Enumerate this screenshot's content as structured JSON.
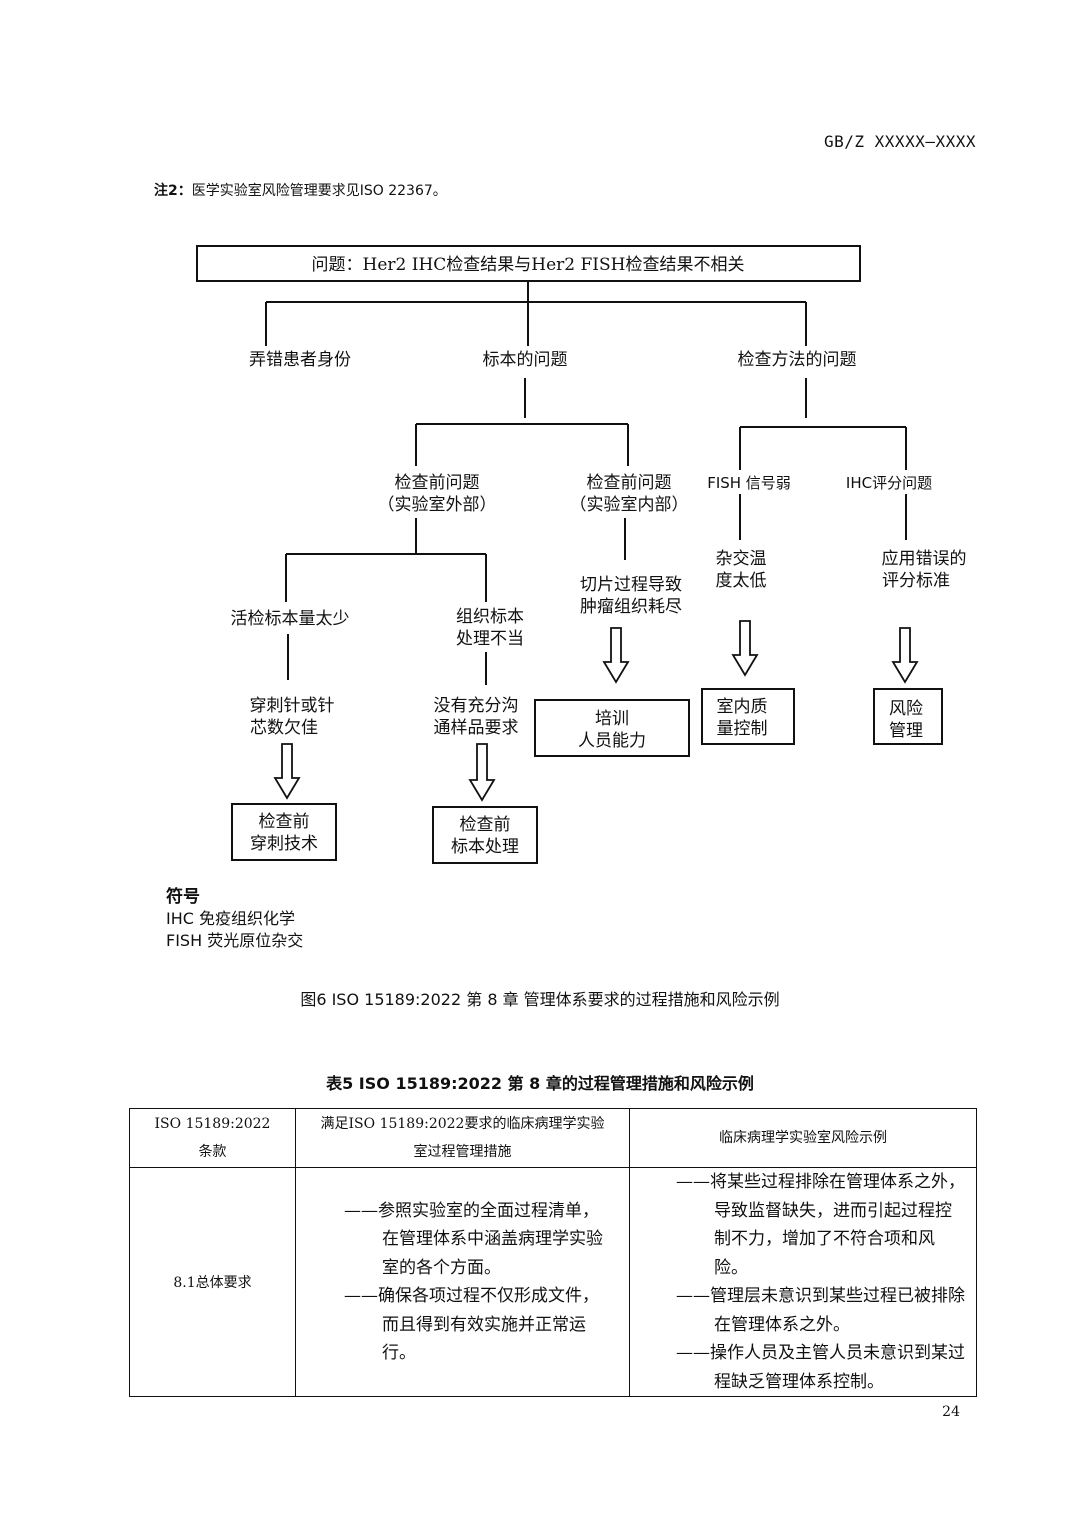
{
  "header": {
    "standard_number": "GB/Z XXXXX—XXXX"
  },
  "note": {
    "label": "注2：",
    "text": "医学实验室风险管理要求见ISO 22367。"
  },
  "diagram": {
    "problem": "问题：Her2 IHC检查结果与Her2 FISH检查结果不相关",
    "cause_patient": "弄错患者身份",
    "cause_specimen": "标本的问题",
    "cause_method": "检查方法的问题",
    "pre_ext_1": "检查前问题",
    "pre_ext_2": "（实验室外部）",
    "pre_int_1": "检查前问题",
    "pre_int_2": "（实验室内部）",
    "fish_weak": "FISH 信号弱",
    "ihc_score": "IHC评分问题",
    "biopsy_small": "活检标本量太少",
    "tissue_1": "组织标本",
    "tissue_2": "处理不当",
    "section_1": "切片过程导致",
    "section_2": "肿瘤组织耗尽",
    "hyb_1": "杂交温",
    "hyb_2": "度太低",
    "wrong_1": "应用错误的",
    "wrong_2": "评分标准",
    "needle_1": "穿刺针或针",
    "needle_2": "芯数欠佳",
    "comm_1": "没有充分沟",
    "comm_2": "通样品要求",
    "m_training_1": "培训",
    "m_training_2": "人员能力",
    "m_iqc_1": "室内质",
    "m_iqc_2": "量控制",
    "m_risk_1": "风险",
    "m_risk_2": "管理",
    "m_puncture_1": "检查前",
    "m_puncture_2": "穿刺技术",
    "m_handling_1": "检查前",
    "m_handling_2": "标本处理"
  },
  "legend": {
    "title": "符号",
    "items": [
      "IHC 免疫组织化学",
      "FISH 荧光原位杂交"
    ]
  },
  "figure_caption": "图6   ISO 15189:2022 第 8 章  管理体系要求的过程措施和风险示例",
  "table_caption": "表5   ISO 15189:2022 第 8 章的过程管理措施和风险示例",
  "table": {
    "headers": {
      "col1_line1": "ISO 15189:2022",
      "col1_line2": "条款",
      "col2_line1": "满足ISO 15189:2022要求的临床病理学实验",
      "col2_line2": "室过程管理措施",
      "col3": "临床病理学实验室风险示例"
    },
    "row": {
      "clause": "8.1总体要求",
      "measures": [
        "——参照实验室的全面过程清单，在管理体系中涵盖病理学实验室的各个方面。",
        "——确保各项过程不仅形成文件，而且得到有效实施并正常运行。"
      ],
      "risks": [
        "——将某些过程排除在管理体系之外，导致监督缺失，进而引起过程控制不力，增加了不符合项和风险。",
        "——管理层未意识到某些过程已被排除在管理体系之外。",
        "——操作人员及主管人员未意识到某过程缺乏管理体系控制。"
      ]
    }
  },
  "page_number": "24"
}
